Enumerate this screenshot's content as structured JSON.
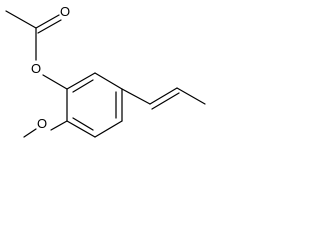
{
  "molecule": {
    "atoms": {
      "carbonyl_oxygen": "O",
      "ester_oxygen": "O",
      "methoxy_oxygen": "O"
    }
  },
  "colors": {
    "line": "#000000",
    "background": "#ffffff"
  }
}
